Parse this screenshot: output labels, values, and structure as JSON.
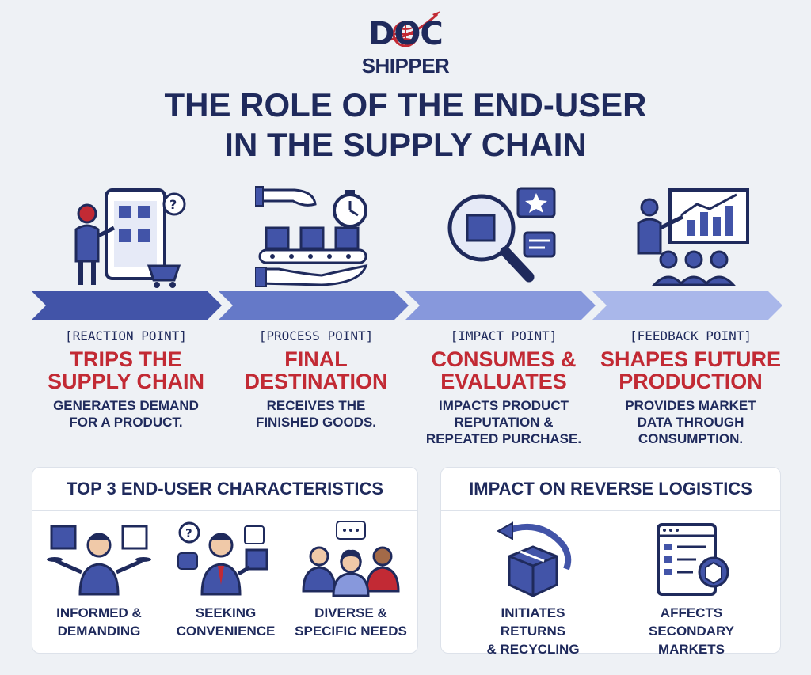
{
  "logo": {
    "line1": "DOC",
    "line2": "SHIPPER"
  },
  "title": {
    "line1": "THE ROLE OF THE END-USER",
    "line2": "IN THE SUPPLY CHAIN"
  },
  "colors": {
    "navy": "#1f2a5c",
    "red": "#c22a34",
    "blue": "#4254a8",
    "light_blue": "#a9b7ea"
  },
  "steps": [
    {
      "tag": "[REACTION POINT]",
      "head_1": "TRIPS THE",
      "head_2": "SUPPLY CHAIN",
      "desc_1": "GENERATES DEMAND",
      "desc_2": "FOR A PRODUCT.",
      "desc_3": "",
      "icon": "online-shopping-icon"
    },
    {
      "tag": "[PROCESS POINT]",
      "head_1": "FINAL",
      "head_2": "DESTINATION",
      "desc_1": "RECEIVES THE",
      "desc_2": "FINISHED GOODS.",
      "desc_3": "",
      "icon": "conveyor-delivery-icon"
    },
    {
      "tag": "[IMPACT POINT]",
      "head_1": "CONSUMES &",
      "head_2": "EVALUATES",
      "desc_1": "IMPACTS PRODUCT",
      "desc_2": "REPUTATION &",
      "desc_3": "REPEATED PURCHASE.",
      "icon": "magnifier-review-icon"
    },
    {
      "tag": "[FEEDBACK POINT]",
      "head_1": "SHAPES FUTURE",
      "head_2": "PRODUCTION",
      "desc_1": "PROVIDES MARKET",
      "desc_2": "DATA THROUGH",
      "desc_3": "CONSUMPTION.",
      "icon": "presentation-icon"
    }
  ],
  "characteristics": {
    "title": "TOP 3 END-USER CHARACTERISTICS",
    "items": [
      {
        "line1": "INFORMED &",
        "line2": "DEMANDING",
        "icon": "informed-user-icon"
      },
      {
        "line1": "SEEKING",
        "line2": "CONVENIENCE",
        "icon": "businessman-icon"
      },
      {
        "line1": "DIVERSE &",
        "line2": "SPECIFIC NEEDS",
        "icon": "group-icon"
      }
    ]
  },
  "reverse_logistics": {
    "title": "IMPACT ON REVERSE LOGISTICS",
    "items": [
      {
        "line1": "INITIATES RETURNS",
        "line2": "& RECYCLING",
        "icon": "return-box-icon"
      },
      {
        "line1": "AFFECTS SECONDARY",
        "line2": "MARKETS",
        "icon": "marketplace-icon"
      }
    ]
  }
}
